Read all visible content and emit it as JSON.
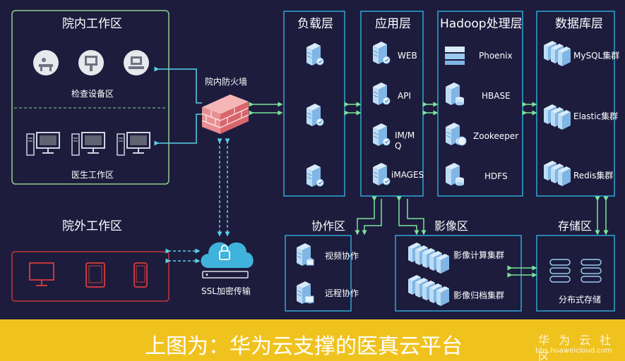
{
  "zones": {
    "hospital_internal": {
      "title": "院内工作区",
      "inspection": "检查设备区",
      "doctor": "医生工作区"
    },
    "hospital_external": {
      "title": "院外工作区"
    },
    "firewall": "院内防火墙",
    "ssl": "SSL加密传输",
    "load_layer": "负载层",
    "app_layer": {
      "title": "应用层",
      "items": [
        "WEB",
        "API",
        "IM/M",
        "Q",
        "iMAGES"
      ]
    },
    "hadoop_layer": {
      "title": "Hadoop处理层",
      "items": [
        "Phoenix",
        "HBASE",
        "Zookeeper",
        "HDFS"
      ]
    },
    "db_layer": {
      "title": "数据库层",
      "items": [
        "MySQL集群",
        "Elastic集群",
        "Redis集群"
      ]
    },
    "collab": {
      "title": "协作区",
      "items": [
        "视频协作",
        "远程协作"
      ]
    },
    "imaging": {
      "title": "影像区",
      "items": [
        "影像计算集群",
        "影像归档集群"
      ]
    },
    "storage": {
      "title": "存储区",
      "items": [
        "分布式存储"
      ]
    }
  },
  "caption": {
    "text": "上图为：华为云支撑的医真云平台",
    "brand": "华 为 云 社 区",
    "url": "bbs.huaweicloud.com"
  },
  "colors": {
    "background": "#1d1c3d",
    "panel_border": "#2fa6d4",
    "internal_border": "#8fd08b",
    "external_border": "#c7373d",
    "arrow_green": "#7de39a",
    "arrow_cyan": "#5bd1e8",
    "caption_bar": "#f0c21e",
    "server_blue": "#9bc9ef"
  }
}
